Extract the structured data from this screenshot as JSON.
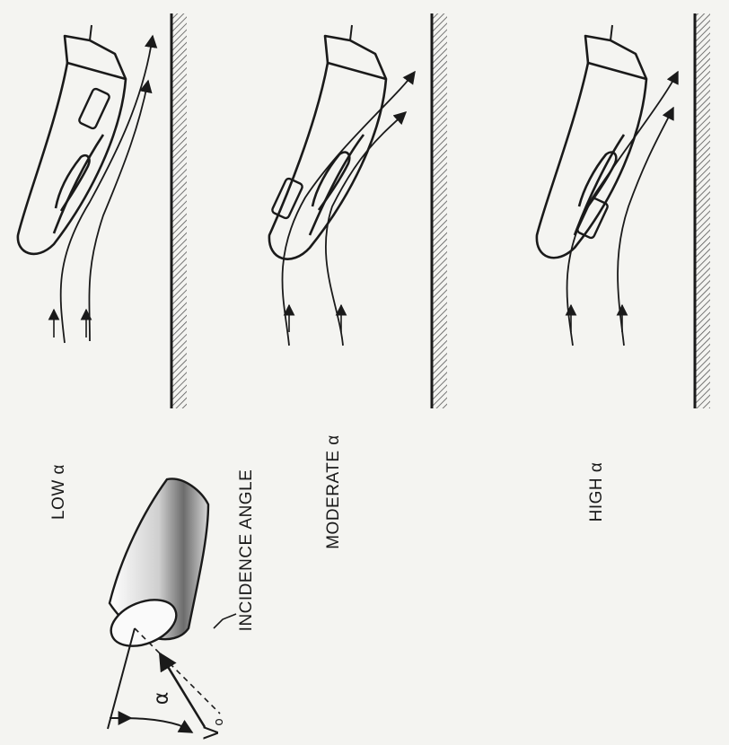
{
  "labels": {
    "low": "LOW α",
    "moderate": "MODERATE α",
    "high": "HIGH α",
    "incidence": "INCIDENCE ANGLE",
    "alpha": "α",
    "v": "V",
    "v_sub": "o"
  },
  "colors": {
    "ink": "#1a1a1a",
    "ground_hatch": "#555555",
    "background": "#f4f4f1"
  }
}
